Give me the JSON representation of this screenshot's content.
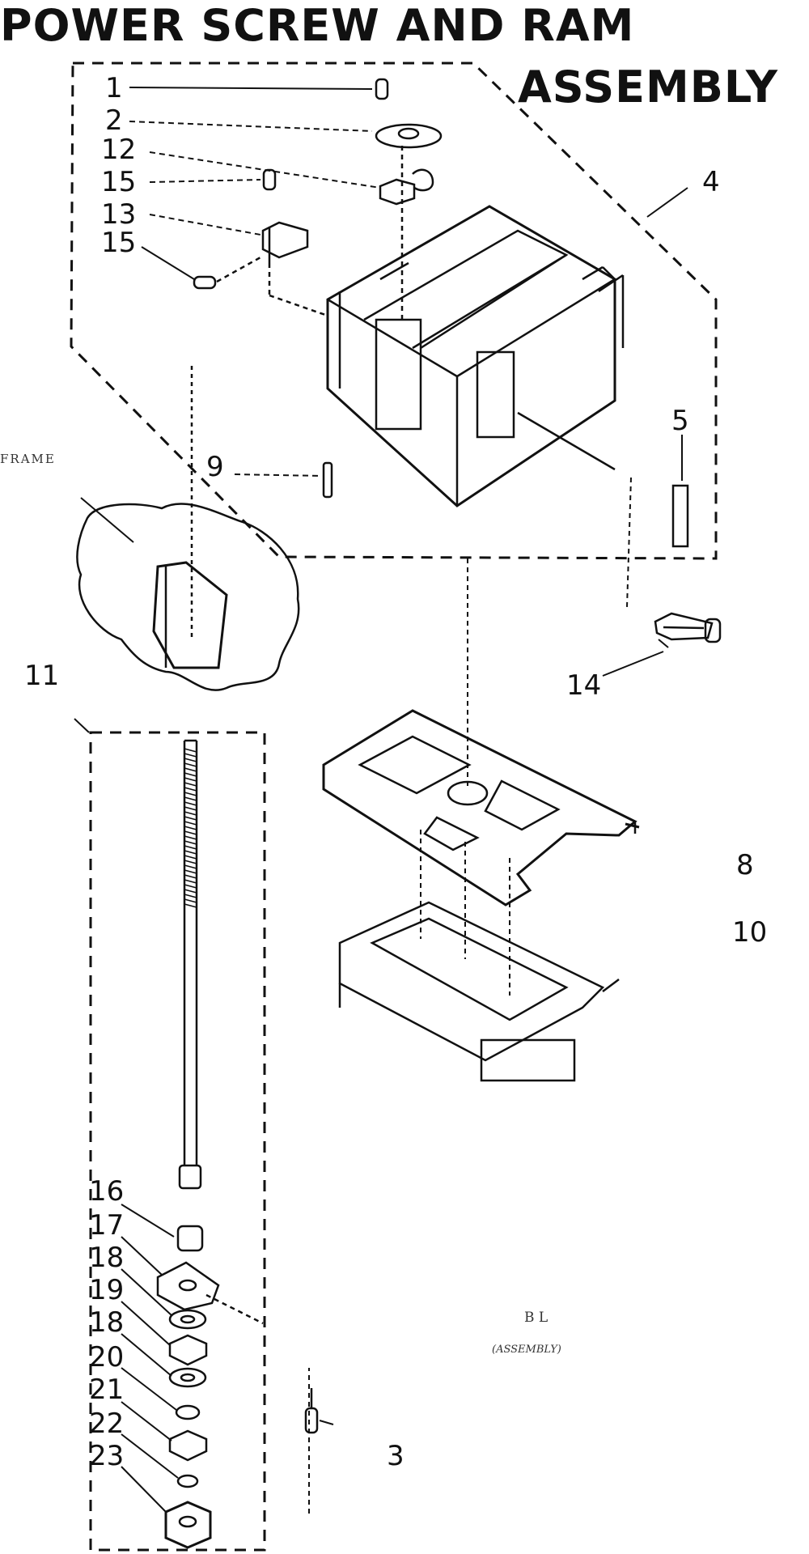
{
  "title": {
    "line1": "POWER SCREW AND RAM",
    "line2": "ASSEMBLY"
  },
  "callouts": {
    "c1": "1",
    "c2": "2",
    "c12": "12",
    "c15a": "15",
    "c13": "13",
    "c15b": "15",
    "c4": "4",
    "c5": "5",
    "c9": "9",
    "c14": "14",
    "c11": "11",
    "c8": "8",
    "c10": "10",
    "c16": "16",
    "c17": "17",
    "c18a": "18",
    "c19": "19",
    "c18b": "18",
    "c20": "20",
    "c21": "21",
    "c22": "22",
    "c23": "23",
    "c3": "3"
  },
  "labels": {
    "frame": "FRAME",
    "bl": "B L",
    "bl_sub": "(ASSEMBLY)"
  }
}
